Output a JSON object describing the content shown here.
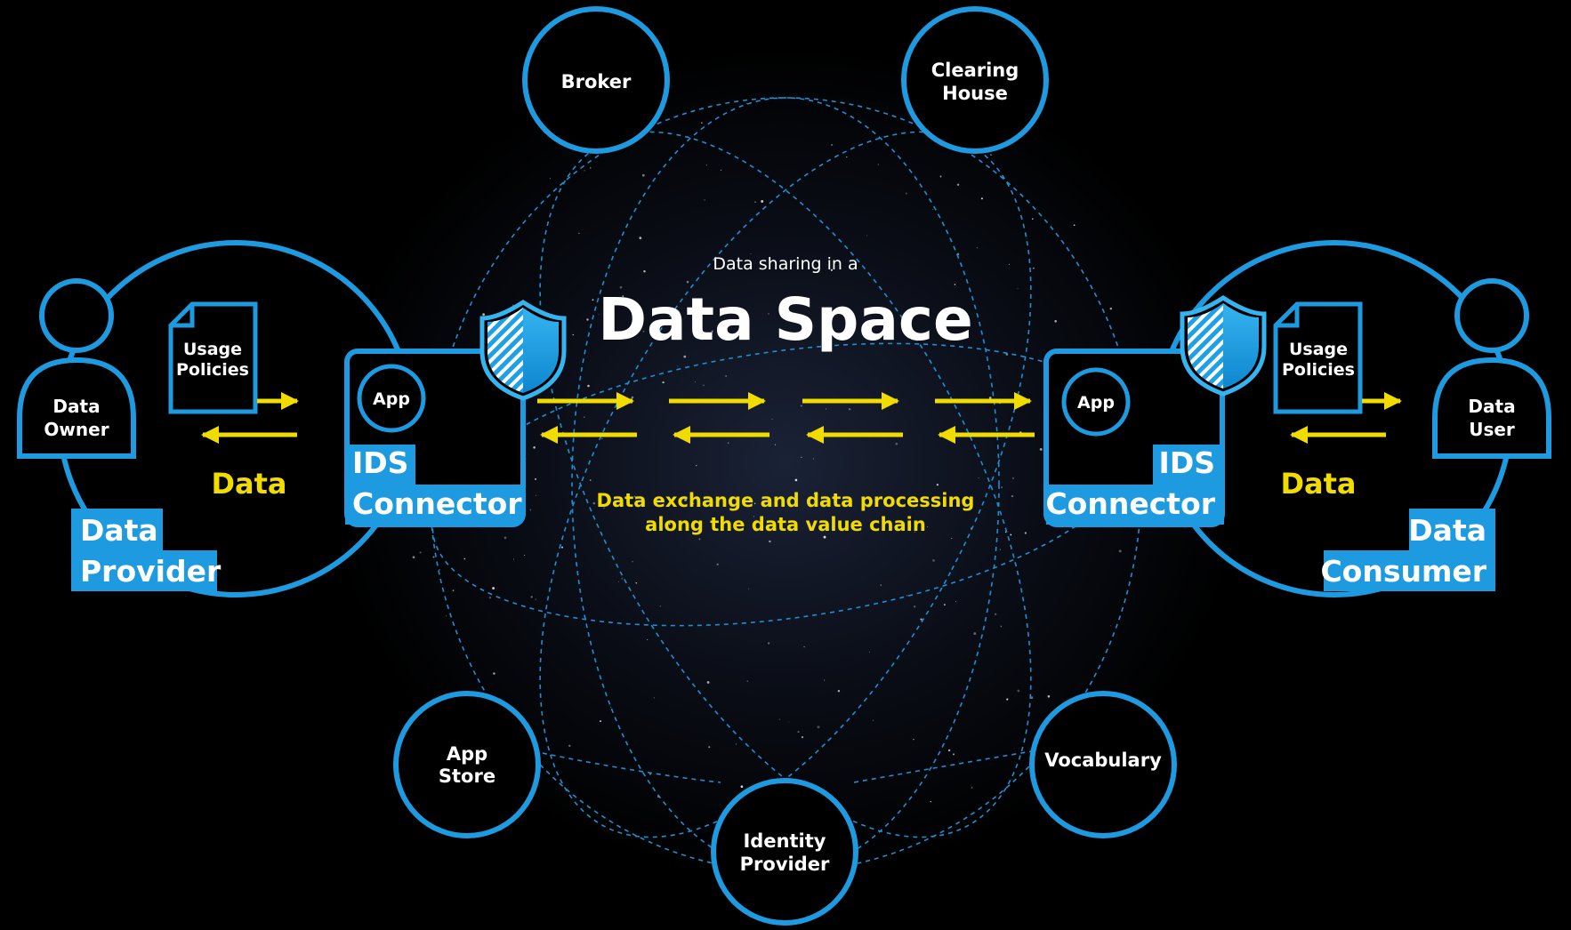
{
  "heading": {
    "subtitle": "Data sharing in a",
    "title": "Data Space",
    "exchange_line1": "Data exchange and data processing",
    "exchange_line2": "along the data value chain"
  },
  "services": {
    "broker": [
      "Broker"
    ],
    "clearing_house": [
      "Clearing",
      "House"
    ],
    "app_store": [
      "App",
      "Store"
    ],
    "identity_provider": [
      "Identity",
      "Provider"
    ],
    "vocabulary": [
      "Vocabulary"
    ]
  },
  "provider": {
    "person": [
      "Data",
      "Owner"
    ],
    "policies": [
      "Usage",
      "Policies"
    ],
    "data_label": "Data",
    "role": [
      "Data",
      "Provider"
    ],
    "app": "App",
    "connector": [
      "IDS",
      "Connector"
    ]
  },
  "consumer": {
    "person": [
      "Data",
      "User"
    ],
    "policies": [
      "Usage",
      "Policies"
    ],
    "data_label": "Data",
    "role": [
      "Data",
      "Consumer"
    ],
    "app": "App",
    "connector": [
      "IDS",
      "Connector"
    ]
  },
  "colors": {
    "blue": "#1e9be0",
    "dashed_blue": "#1e8fd0",
    "yellow": "#f0dc00",
    "background": "#000000"
  }
}
